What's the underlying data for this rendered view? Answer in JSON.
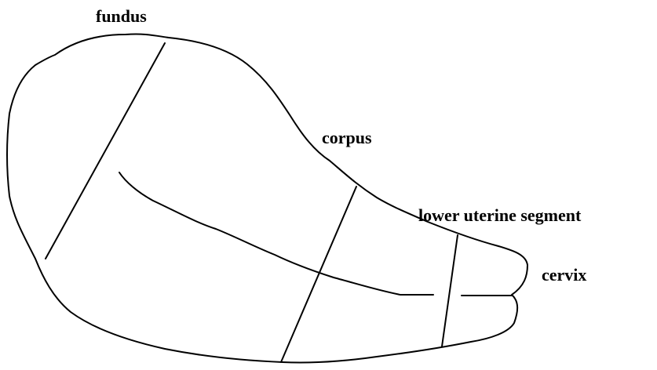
{
  "labels": {
    "fundus": "fundus",
    "corpus": "corpus",
    "lower_uterine_segment": "lower uterine segment",
    "cervix": "cervix"
  },
  "colors": {
    "ink": "#000000",
    "background": "#ffffff"
  }
}
